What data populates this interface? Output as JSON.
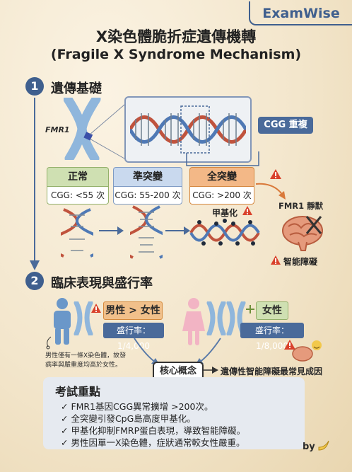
{
  "brand": "ExamWise",
  "title": "X染色體脆折症遺傳機轉",
  "subtitle": "(Fragile X Syndrome Mechanism)",
  "section1": {
    "number": "1",
    "title": "遺傳基礎"
  },
  "gene_label": "FMR1",
  "cgg_repeat_label": "CGG 重複",
  "categories": [
    {
      "label": "正常",
      "value": "CGG: <55 次",
      "color": "#cfe0b2"
    },
    {
      "label": "準突變",
      "value": "CGG: 55-200 次",
      "color": "#c9d9ee"
    },
    {
      "label": "全突變",
      "value": "CGG: >200 次",
      "color": "#f3b887"
    }
  ],
  "methylation_label": "甲基化",
  "silencing_label": "FMR1 靜默",
  "disability_label": "智能障礙",
  "section2": {
    "number": "2",
    "title": "臨床表現與盛行率"
  },
  "male": {
    "tag": "男性 > 女性",
    "rate": "盛行率：1/4,000",
    "note_line1": "男性僅有一條X染色體，故發",
    "note_line2": "病率與嚴重度均高於女性。"
  },
  "female": {
    "tag": "女性",
    "rate": "盛行率：1/8,000"
  },
  "core_concept": "核心概念",
  "core_result": "遺傳性智能障礙最常見成因",
  "key_points": {
    "title": "考試重點",
    "items": [
      "✓ FMR1基因CGG異常擴增 >200次。",
      "✓ 全突變引發CpG島高度甲基化。",
      "✓ 甲基化抑制FMRP蛋白表現，導致智能障礙。",
      "✓ 男性因單一X染色體，症狀通常較女性嚴重。"
    ]
  },
  "signature": "by",
  "colors": {
    "accent": "#3f5f8e",
    "warning": "#d9412b",
    "male_blue": "#6a97c9",
    "female_pink": "#f2b4c4"
  }
}
